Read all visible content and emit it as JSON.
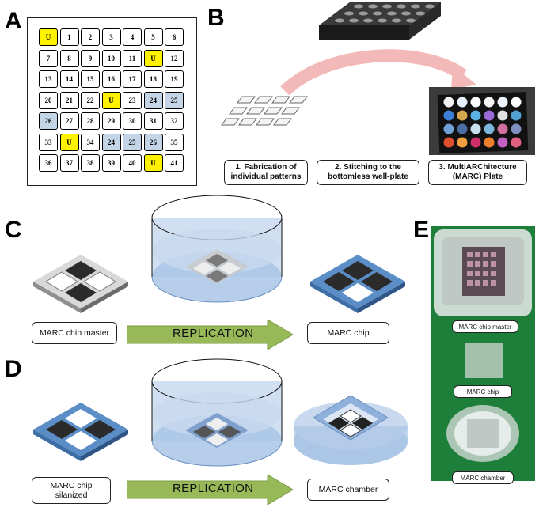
{
  "panels": {
    "a": "A",
    "b": "B",
    "c": "C",
    "d": "D",
    "e": "E"
  },
  "grid": {
    "rows": [
      [
        "U",
        "1",
        "2",
        "3",
        "4",
        "5",
        "6"
      ],
      [
        "7",
        "8",
        "9",
        "10",
        "11",
        "U",
        "12"
      ],
      [
        "13",
        "14",
        "15",
        "16",
        "17",
        "18",
        "19"
      ],
      [
        "20",
        "21",
        "22",
        "U",
        "23",
        "24",
        "25"
      ],
      [
        "26",
        "27",
        "28",
        "29",
        "30",
        "31",
        "32"
      ],
      [
        "33",
        "U",
        "34",
        "24",
        "25",
        "26",
        "35"
      ],
      [
        "36",
        "37",
        "38",
        "39",
        "40",
        "U",
        "41"
      ]
    ],
    "highlight": {
      "U": "#fff200",
      "blue_cells": [
        [
          3,
          5
        ],
        [
          3,
          6
        ],
        [
          4,
          0
        ],
        [
          5,
          3
        ],
        [
          5,
          4
        ],
        [
          5,
          5
        ]
      ],
      "blue": "#c5d5e8"
    }
  },
  "panel_b": {
    "steps": [
      "1. Fabrication of\nindividual patterns",
      "2. Stitching to the\nbottomless well-plate",
      "3. MultiARChitecture\n(MARC) Plate"
    ]
  },
  "panel_c": {
    "left_label": "MARC chip master",
    "arrow_label": "REPLICATION",
    "right_label": "MARC chip"
  },
  "panel_d": {
    "left_label": "MARC chip\nsilanized",
    "arrow_label": "REPLICATION",
    "right_label": "MARC chamber"
  },
  "panel_e": {
    "labels": [
      "MARC chip master",
      "MARC chip",
      "MARC chamber"
    ]
  },
  "colors": {
    "arrow_green": "#97b957",
    "arrow_pink": "#f3b9b9",
    "water_blue": "#a9c5e6",
    "chip_blue": "#5b8ec6",
    "photo_green": "#1e7f3a"
  }
}
